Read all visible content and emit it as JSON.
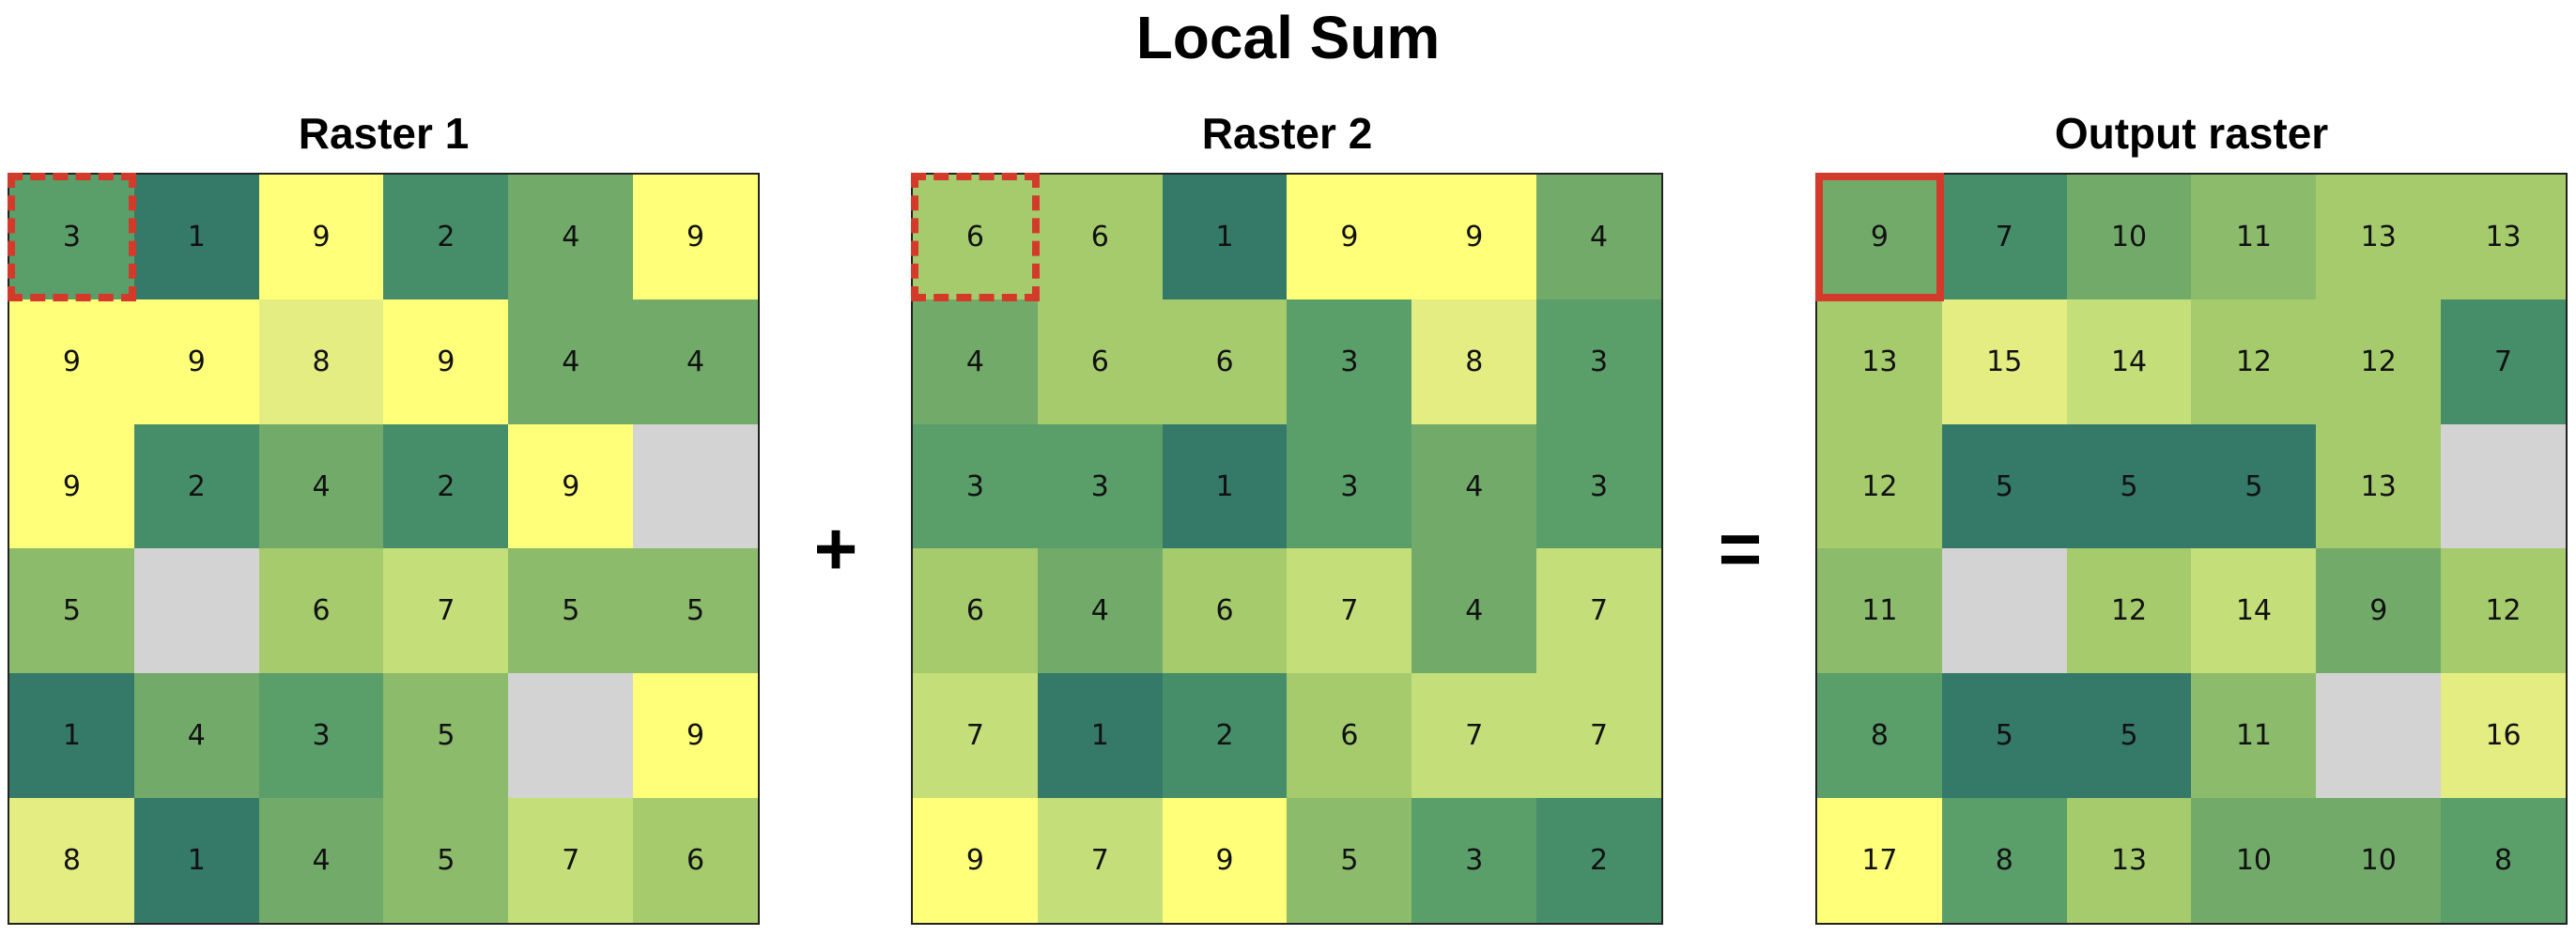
{
  "title": "Local Sum",
  "operators": {
    "plus": "+",
    "equals": "="
  },
  "colors": {
    "highlight": "#d43a2a",
    "nodata": "#d3d3d3",
    "scale": [
      "#357a69",
      "#468e6a",
      "#5a9e6a",
      "#72ab69",
      "#8cbb6b",
      "#a5cb6d",
      "#c4df7a",
      "#e4ed81",
      "#ffff7a"
    ]
  },
  "chart_data": [
    {
      "type": "heatmap",
      "title": "Raster 1",
      "vmin": 1,
      "vmax": 9,
      "highlight": {
        "row": 0,
        "col": 0,
        "style": "dashed"
      },
      "values": [
        [
          3,
          1,
          9,
          2,
          4,
          9
        ],
        [
          9,
          9,
          8,
          9,
          4,
          4
        ],
        [
          9,
          2,
          4,
          2,
          9,
          null
        ],
        [
          5,
          null,
          6,
          7,
          5,
          5
        ],
        [
          1,
          4,
          3,
          5,
          null,
          9
        ],
        [
          8,
          1,
          4,
          5,
          7,
          6
        ]
      ]
    },
    {
      "type": "heatmap",
      "title": "Raster 2",
      "vmin": 1,
      "vmax": 9,
      "highlight": {
        "row": 0,
        "col": 0,
        "style": "dashed"
      },
      "values": [
        [
          6,
          6,
          1,
          9,
          9,
          4
        ],
        [
          4,
          6,
          6,
          3,
          8,
          3
        ],
        [
          3,
          3,
          1,
          3,
          4,
          3
        ],
        [
          6,
          4,
          6,
          7,
          4,
          7
        ],
        [
          7,
          1,
          2,
          6,
          7,
          7
        ],
        [
          9,
          7,
          9,
          5,
          3,
          2
        ]
      ]
    },
    {
      "type": "heatmap",
      "title": "Output raster",
      "vmin": 5,
      "vmax": 17,
      "highlight": {
        "row": 0,
        "col": 0,
        "style": "solid"
      },
      "values": [
        [
          9,
          7,
          10,
          11,
          13,
          13
        ],
        [
          13,
          15,
          14,
          12,
          12,
          7
        ],
        [
          12,
          5,
          5,
          5,
          13,
          null
        ],
        [
          11,
          null,
          12,
          14,
          9,
          12
        ],
        [
          8,
          5,
          5,
          11,
          null,
          16
        ],
        [
          17,
          8,
          13,
          10,
          10,
          8
        ]
      ]
    }
  ]
}
